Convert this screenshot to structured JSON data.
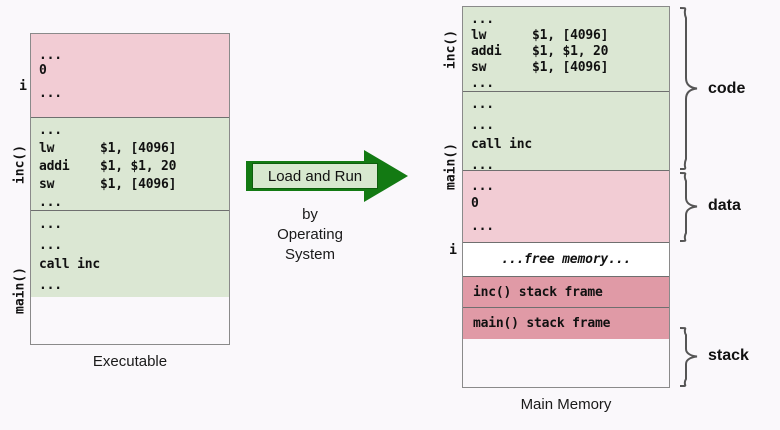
{
  "background_color": "#faf8fb",
  "palette": {
    "code_green": "#dbe7d3",
    "data_pink": "#f2ccd4",
    "stack_pink": "#e09aa6",
    "free_white": "#ffffff",
    "arrow_green": "#137a13",
    "arrow_label_fill": "#d7e8cf",
    "border_gray": "#8a8a8a"
  },
  "executable": {
    "caption": "Executable",
    "segments": [
      {
        "side_label": "i",
        "side_label_rotated": false,
        "kind": "data",
        "lines": [
          "...",
          "0",
          "..."
        ]
      },
      {
        "side_label": "inc()",
        "side_label_rotated": true,
        "kind": "code",
        "lines": [
          "...",
          "lw      $1, [4096]",
          "addi    $1, $1, 20",
          "sw      $1, [4096]",
          "..."
        ]
      },
      {
        "side_label": "main()",
        "side_label_rotated": true,
        "kind": "code",
        "lines": [
          "...",
          "...",
          "call inc",
          "..."
        ]
      }
    ]
  },
  "transition": {
    "label": "Load and Run",
    "sub_lines": [
      "by",
      "Operating",
      "System"
    ],
    "direction": "right"
  },
  "main_memory": {
    "caption": "Main Memory",
    "segments": [
      {
        "side_label": "inc()",
        "side_label_rotated": true,
        "kind": "code",
        "lines": [
          "...",
          "lw      $1, [4096]",
          "addi    $1, $1, 20",
          "sw      $1, [4096]",
          "..."
        ]
      },
      {
        "side_label": "main()",
        "side_label_rotated": true,
        "kind": "code",
        "lines": [
          "...",
          "...",
          "call inc",
          "..."
        ]
      },
      {
        "side_label": "i",
        "side_label_rotated": false,
        "kind": "data",
        "lines": [
          "...",
          "0",
          "..."
        ]
      },
      {
        "side_label": "",
        "side_label_rotated": false,
        "kind": "free",
        "lines": [
          "...free memory..."
        ],
        "italic": true
      },
      {
        "side_label": "",
        "side_label_rotated": false,
        "kind": "stack",
        "lines": [
          "inc() stack frame"
        ]
      },
      {
        "side_label": "",
        "side_label_rotated": false,
        "kind": "stack",
        "lines": [
          "main() stack frame"
        ]
      }
    ],
    "region_braces": [
      {
        "label": "code"
      },
      {
        "label": "data"
      },
      {
        "label": "stack"
      }
    ]
  }
}
